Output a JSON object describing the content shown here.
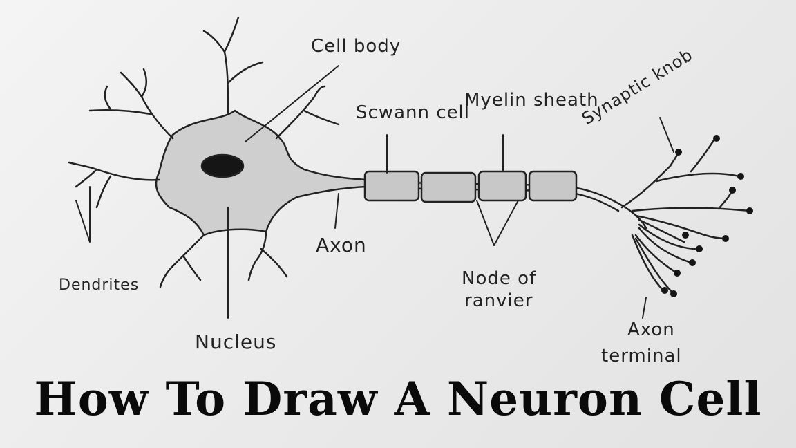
{
  "labels": {
    "cell_body": "Cell body",
    "schwann_cell": "Scwann cell",
    "myelin_sheath": "Myelin sheath",
    "synaptic_knob": "Synaptic knob",
    "dendrites": "Dendrites",
    "nucleus": "Nucleus",
    "axon": "Axon",
    "node_of_ranvier_line1": "Node of",
    "node_of_ranvier_line2": "ranvier",
    "axon_terminal_line1": "Axon",
    "axon_terminal_line2": "terminal"
  },
  "title": "How To Draw A Neuron Cell",
  "colors": {
    "ink": "#222222",
    "cell_fill": "#cfcfcf",
    "nucleus_fill": "#151515",
    "sheath_fill": "#c8c8c8"
  }
}
